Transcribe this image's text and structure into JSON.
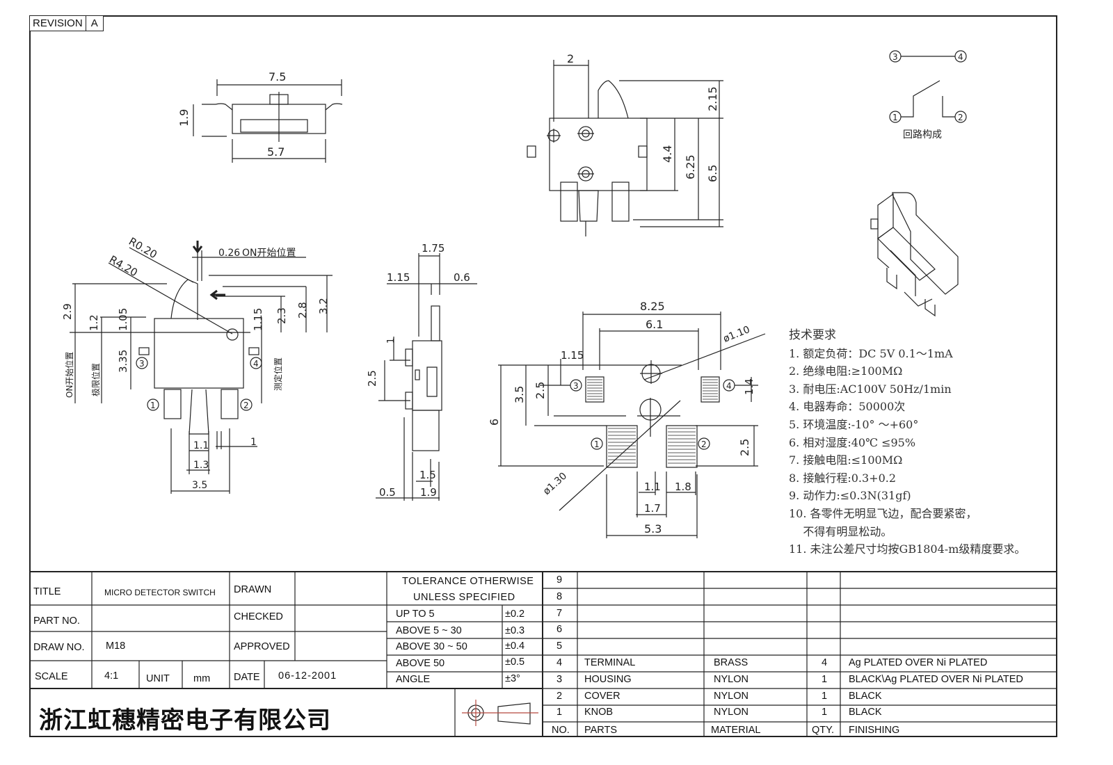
{
  "revision": {
    "label": "REVISION",
    "value": "A"
  },
  "top_view": {
    "dims": [
      "7.5",
      "5.7",
      "1.9"
    ]
  },
  "side_view_left": {
    "dims": [
      "R0.20",
      "R4.20",
      "0.26",
      "2.9",
      "1.2",
      "1.05",
      "3.35",
      "1.15",
      "2.3",
      "2.8",
      "3.2",
      "1.1",
      "1.3",
      "1",
      "3.5"
    ],
    "annotation": "ON开始位置",
    "labels": [
      "ON开始位置",
      "极限位置",
      "测定位置"
    ],
    "terminals": [
      "1",
      "2",
      "3",
      "4"
    ]
  },
  "side_view_narrow": {
    "dims": [
      "1.75",
      "1.15",
      "0.6",
      "1",
      "2.5",
      "1.5",
      "0.5",
      "1.9"
    ]
  },
  "front_view": {
    "dims": [
      "2",
      "2.15",
      "4.4",
      "6.25",
      "6.5"
    ]
  },
  "pcb_layout": {
    "dims": [
      "8.25",
      "6.1",
      "ø1.10",
      "1.15",
      "2.5",
      "3.5",
      "6",
      "1.4",
      "2.5",
      "ø1.30",
      "1.1",
      "1.8",
      "1.7",
      "5.3"
    ],
    "terminals": [
      "1",
      "2",
      "3",
      "4"
    ]
  },
  "circuit": {
    "terminals": [
      "3",
      "4",
      "1",
      "2"
    ],
    "caption": "回路构成"
  },
  "tech_requirements": {
    "title": "技术要求",
    "items": [
      "1. 额定负荷：DC 5V  0.1～1mA",
      "2. 绝缘电阻:≥100MΩ",
      "3. 耐电压:AC100V 50Hz/1min",
      "4. 电器寿命：50000次",
      "5. 环境温度:-10°  ～+60°",
      "6. 相对湿度:40℃   ≤95%",
      "7. 接触电阻:≤100MΩ",
      "8. 接触行程:0.3+0.2",
      "9. 动作力:≤0.3N(31gf)",
      "10. 各零件无明显飞边，配合要紧密，",
      "    不得有明显松动。",
      "11. 未注公差尺寸均按GB1804-m级精度要求。"
    ]
  },
  "title_block": {
    "title_label": "TITLE",
    "title_value": "MICRO DETECTOR SWITCH",
    "part_no_label": "PART NO.",
    "part_no_value": "",
    "draw_no_label": "DRAW NO.",
    "draw_no_value": "M18",
    "scale_label": "SCALE",
    "scale_value": "4:1",
    "unit_label": "UNIT",
    "unit_value": "mm",
    "drawn_label": "DRAWN",
    "checked_label": "CHECKED",
    "approved_label": "APPROVED",
    "date_label": "DATE",
    "date_value": "06-12-2001",
    "company": "浙江虹穗精密电子有限公司"
  },
  "tolerance": {
    "header1": "TOLERANCE OTHERWISE",
    "header2": "UNLESS SPECIFIED",
    "rows": [
      {
        "range": "UP TO 5",
        "tol": "±0.2"
      },
      {
        "range": "ABOVE 5 ~ 30",
        "tol": "±0.3"
      },
      {
        "range": "ABOVE 30 ~ 50",
        "tol": "±0.4"
      },
      {
        "range": "ABOVE 50",
        "tol": "±0.5"
      },
      {
        "range": "ANGLE",
        "tol": "±3°"
      }
    ]
  },
  "bom": {
    "headers": {
      "no": "NO.",
      "parts": "PARTS",
      "material": "MATERIAL",
      "qty": "QTY.",
      "finishing": "FINISHING"
    },
    "rows": [
      {
        "no": "9",
        "part": "",
        "material": "",
        "qty": "",
        "finishing": ""
      },
      {
        "no": "8",
        "part": "",
        "material": "",
        "qty": "",
        "finishing": ""
      },
      {
        "no": "7",
        "part": "",
        "material": "",
        "qty": "",
        "finishing": ""
      },
      {
        "no": "6",
        "part": "",
        "material": "",
        "qty": "",
        "finishing": ""
      },
      {
        "no": "5",
        "part": "",
        "material": "",
        "qty": "",
        "finishing": ""
      },
      {
        "no": "4",
        "part": "TERMINAL",
        "material": "BRASS",
        "qty": "4",
        "finishing": "Ag PLATED OVER Ni PLATED"
      },
      {
        "no": "3",
        "part": "HOUSING",
        "material": "NYLON",
        "qty": "1",
        "finishing": "BLACK\\Ag PLATED OVER Ni PLATED"
      },
      {
        "no": "2",
        "part": "COVER",
        "material": "NYLON",
        "qty": "1",
        "finishing": "BLACK"
      },
      {
        "no": "1",
        "part": "KNOB",
        "material": "NYLON",
        "qty": "1",
        "finishing": "BLACK"
      }
    ]
  },
  "projection_symbol_color": "#b5483f"
}
